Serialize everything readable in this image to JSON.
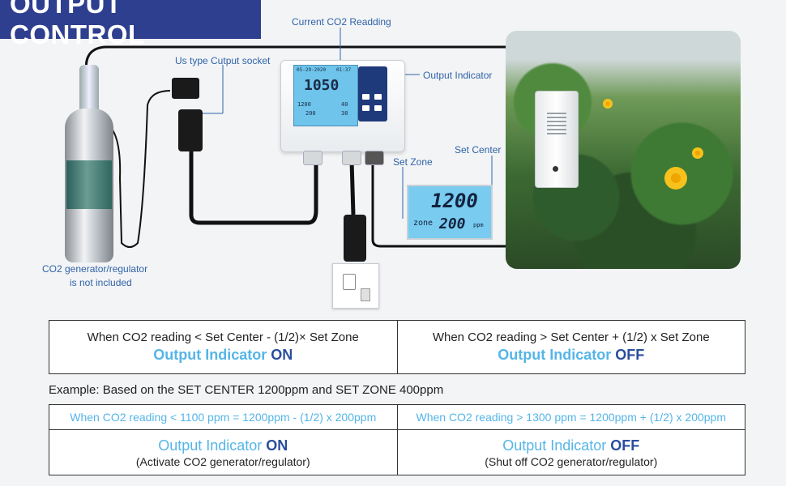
{
  "header": {
    "title": "OUTPUT CONTROL"
  },
  "callouts": {
    "current_reading": "Current CO2 Readding",
    "socket": "Us type Cutput socket",
    "output_indicator": "Output Indicator",
    "set_center": "Set Center",
    "set_zone": "Set Zone",
    "generator_line1": "CO2 generator/regulator",
    "generator_line2": "is not included"
  },
  "controller_lcd": {
    "date": "05-29-2020",
    "time": "01:37",
    "reading": "1050",
    "center": "1200",
    "center_right": "40",
    "zone": "200",
    "zone_right": "30"
  },
  "zoom_lcd": {
    "center": "1200",
    "zone_label": "zone",
    "zone": "200",
    "unit": "ppm"
  },
  "rule_table": {
    "left": {
      "condition": "When CO2 reading < Set Center - (1/2)× Set Zone",
      "label": "Output Indicator",
      "value": "ON"
    },
    "right": {
      "condition": "When CO2 reading > Set Center + (1/2) x Set Zone",
      "label": "Output Indicator",
      "value": "OFF"
    }
  },
  "example_text": "Example: Based on the SET CENTER 1200ppm and SET ZONE 400ppm",
  "example_table": {
    "left": {
      "condition": "When CO2 reading < 1100 ppm = 1200ppm - (1/2) x 200ppm",
      "label": "Output Indicator",
      "value": "ON",
      "note": "(Activate CO2 generator/regulator)"
    },
    "right": {
      "condition": "When CO2 reading > 1300 ppm = 1200ppm + (1/2) x 200ppm",
      "label": "Output Indicator",
      "value": "OFF",
      "note": "(Shut off CO2 generator/regulator)"
    }
  },
  "colors": {
    "header_bg": "#2e3f8f",
    "accent_light": "#55b5e8",
    "accent_dark": "#2a4e9e",
    "callout": "#2f63a7"
  }
}
